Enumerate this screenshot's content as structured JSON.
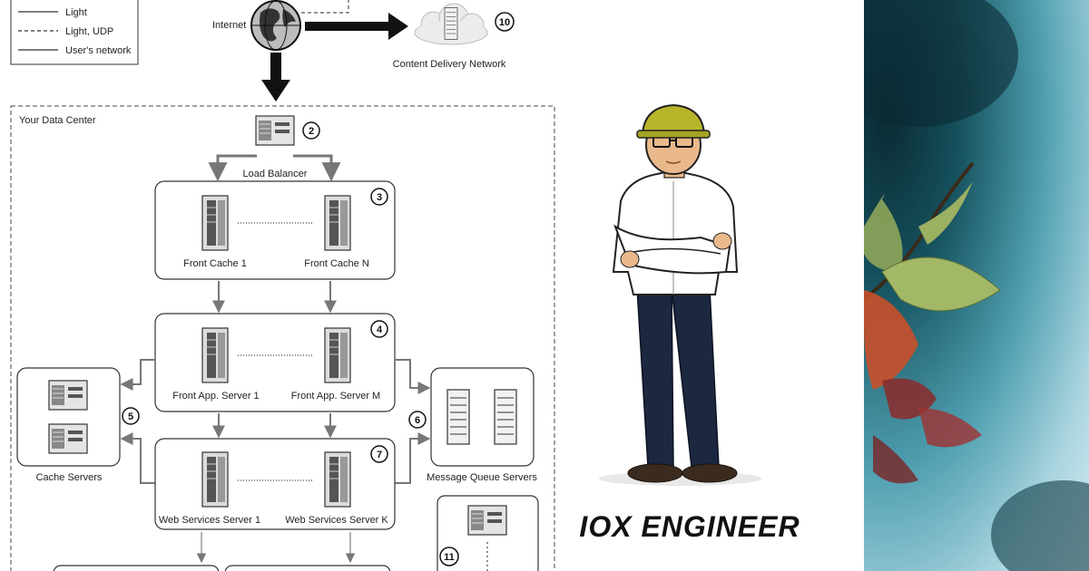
{
  "legend": {
    "items": [
      {
        "label": "Light",
        "style": "solid"
      },
      {
        "label": "Light, UDP",
        "style": "dashed"
      },
      {
        "label": "User's network",
        "style": "solid"
      }
    ]
  },
  "internet": {
    "label": "Internet"
  },
  "cdn": {
    "label": "Content Delivery Network",
    "number": "10"
  },
  "datacenter": {
    "label": "Your Data Center"
  },
  "load_balancer": {
    "label": "Load Balancer",
    "number": "2"
  },
  "front_cache": {
    "number": "3",
    "left_label": "Front Cache 1",
    "right_label": "Front Cache N"
  },
  "front_app": {
    "number": "4",
    "left_label": "Front App. Server 1",
    "right_label": "Front App. Server M"
  },
  "cache_servers": {
    "label": "Cache Servers",
    "number": "5"
  },
  "message_queue": {
    "label": "Message Queue Servers",
    "number": "6"
  },
  "web_services": {
    "number": "7",
    "left_label": "Web Services Server 1",
    "right_label": "Web Services Server K"
  },
  "bottom_right": {
    "number": "11"
  },
  "engineer": {
    "caption": "IOX ENGINEER"
  },
  "colors": {
    "arrow": "#777777",
    "bold_arrow": "#111111",
    "sky": "#4f9fb0",
    "helmet": "#b7b52a",
    "pants": "#1c2740"
  }
}
